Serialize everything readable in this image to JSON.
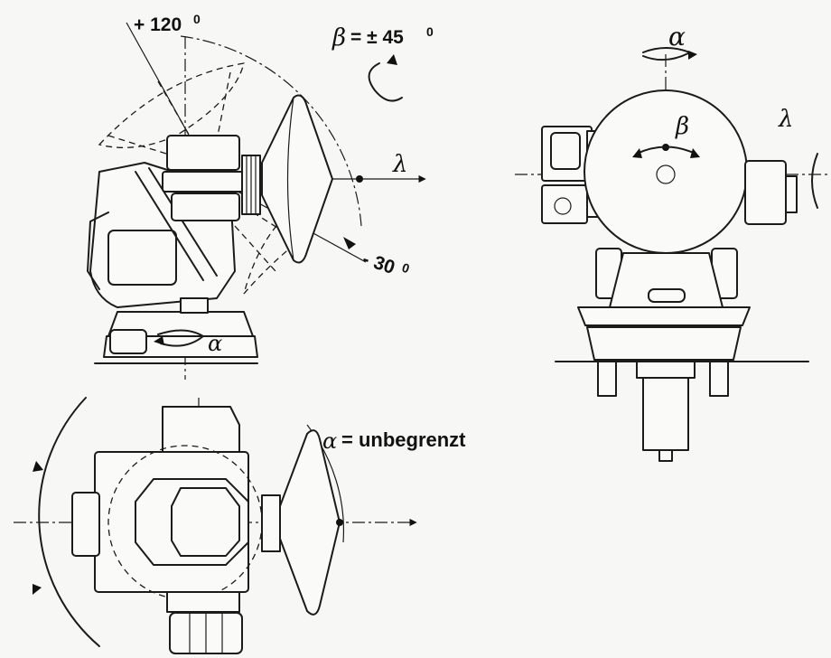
{
  "labels": {
    "tilt_up": "+ 120",
    "tilt_up_deg": "0",
    "beta_range": "= ± 45",
    "beta_range_deg": "0",
    "tilt_down": "- 30",
    "tilt_down_deg": "0",
    "alpha_range": "= unbegrenzt"
  },
  "symbols": {
    "beta": "β",
    "lambda": "λ",
    "alpha": "α"
  }
}
